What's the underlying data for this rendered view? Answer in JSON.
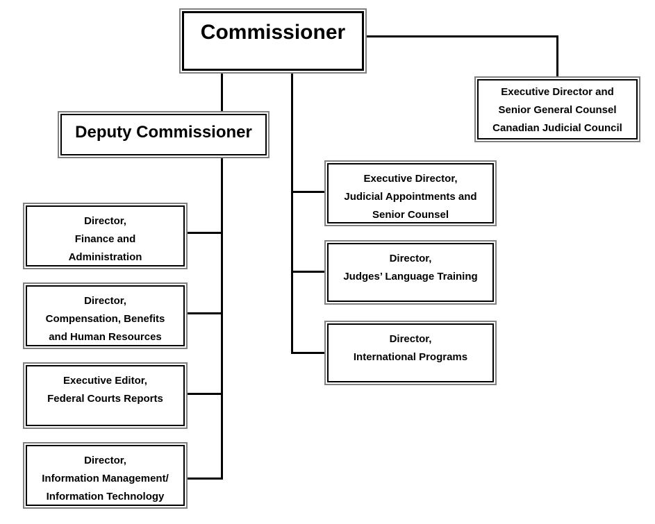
{
  "org_chart": {
    "title": "Organizational chart",
    "colors": {
      "background": "#ffffff",
      "box_outer_border": "#808080",
      "box_inner_border": "#000000",
      "connector": "#000000",
      "text": "#000000"
    },
    "nodes": {
      "commissioner": {
        "lines": [
          "Commissioner"
        ]
      },
      "deputy_commissioner": {
        "lines": [
          "Deputy Commissioner"
        ]
      },
      "exec_director_cjc": {
        "lines": [
          "Executive Director and",
          "Senior General Counsel",
          "Canadian Judicial Council"
        ]
      },
      "exec_director_judicial_appointments": {
        "lines": [
          "Executive Director,",
          "Judicial Appointments and",
          "Senior Counsel"
        ]
      },
      "director_judges_language_training": {
        "lines": [
          "Director,",
          "Judges’ Language Training"
        ]
      },
      "director_international_programs": {
        "lines": [
          "Director,",
          "International Programs"
        ]
      },
      "director_finance_administration": {
        "lines": [
          "Director,",
          "Finance and",
          "Administration"
        ]
      },
      "director_compensation_benefits_hr": {
        "lines": [
          "Director,",
          "Compensation, Benefits",
          "and Human Resources"
        ]
      },
      "executive_editor_federal_courts_reports": {
        "lines": [
          "Executive Editor,",
          "Federal Courts Reports"
        ]
      },
      "director_im_it": {
        "lines": [
          "Director,",
          "Information Management/",
          "Information Technology"
        ]
      }
    },
    "edges": [
      {
        "from": "commissioner",
        "to": "deputy_commissioner"
      },
      {
        "from": "commissioner",
        "to": "exec_director_cjc"
      },
      {
        "from": "commissioner",
        "to": "exec_director_judicial_appointments"
      },
      {
        "from": "commissioner",
        "to": "director_judges_language_training"
      },
      {
        "from": "commissioner",
        "to": "director_international_programs"
      },
      {
        "from": "deputy_commissioner",
        "to": "director_finance_administration"
      },
      {
        "from": "deputy_commissioner",
        "to": "director_compensation_benefits_hr"
      },
      {
        "from": "deputy_commissioner",
        "to": "executive_editor_federal_courts_reports"
      },
      {
        "from": "deputy_commissioner",
        "to": "director_im_it"
      }
    ]
  }
}
